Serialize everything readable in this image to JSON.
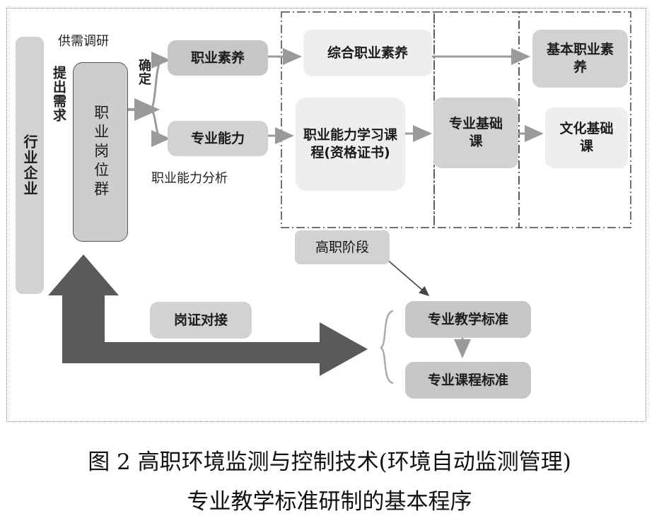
{
  "diagram": {
    "industry": "行业企业",
    "raise_demand": "提出需求",
    "supply_research": "供需调研",
    "job_group": "职业岗位群",
    "determine": "确定",
    "vocational_literacy": "职业素养",
    "professional_ability": "专业能力",
    "ability_analysis": "职业能力分析",
    "comprehensive_literacy": "综合职业素养",
    "ability_course": "职业能力学习课程(资格证书)",
    "major_foundation": "专业基础课",
    "basic_literacy": "基本职业素养",
    "culture_foundation": "文化基础课",
    "higher_voc_stage": "高职阶段",
    "post_cert": "岗证对接",
    "teaching_standard": "专业教学标准",
    "course_standard": "专业课程标准"
  },
  "caption": {
    "line1": "图 2  高职环境监测与控制技术(环境自动监测管理)",
    "line2": "专业教学标准研制的基本程序"
  }
}
